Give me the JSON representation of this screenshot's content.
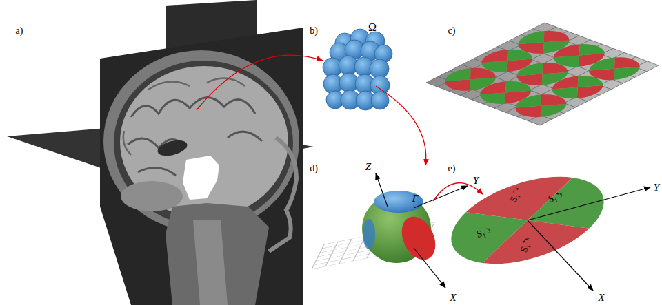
{
  "diagram": {
    "labels": [
      "a)",
      "b)",
      "Ω",
      "c)",
      "d)",
      "Z",
      "Γ",
      "Y",
      "X",
      "e)",
      "S₁⁻ˣ",
      "S₁⁺ʸ",
      "S₁⁻ʸ",
      "S₁⁺ˣ",
      "Y",
      "X"
    ]
  }
}
